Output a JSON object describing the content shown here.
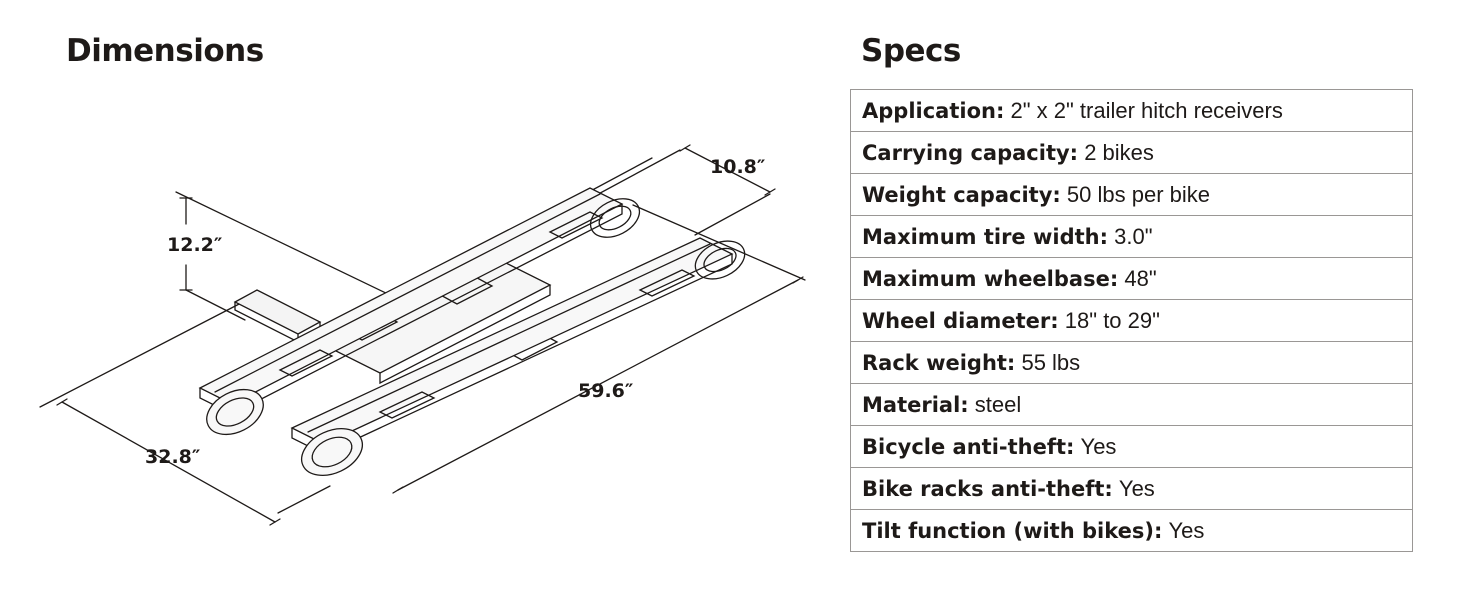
{
  "dimensions": {
    "title": "Dimensions",
    "labels": {
      "width_top": "10.8″",
      "height": "12.2″",
      "length": "59.6″",
      "width_front": "32.8″"
    }
  },
  "specs": {
    "title": "Specs",
    "rows": [
      {
        "label": "Application:",
        "value": "2\" x 2\" trailer hitch receivers"
      },
      {
        "label": "Carrying capacity:",
        "value": "2 bikes"
      },
      {
        "label": "Weight capacity:",
        "value": "50 lbs per bike"
      },
      {
        "label": "Maximum tire  width:",
        "value": "3.0\""
      },
      {
        "label": "Maximum wheelbase:",
        "value": "48\""
      },
      {
        "label": "Wheel diameter:",
        "value": "18\" to 29\""
      },
      {
        "label": "Rack weight:",
        "value": "55 lbs"
      },
      {
        "label": "Material:",
        "value": "steel"
      },
      {
        "label": "Bicycle anti-theft:",
        "value": "Yes"
      },
      {
        "label": "Bike racks anti-theft:",
        "value": "Yes"
      },
      {
        "label": "Tilt function (with bikes):",
        "value": "Yes"
      }
    ]
  }
}
